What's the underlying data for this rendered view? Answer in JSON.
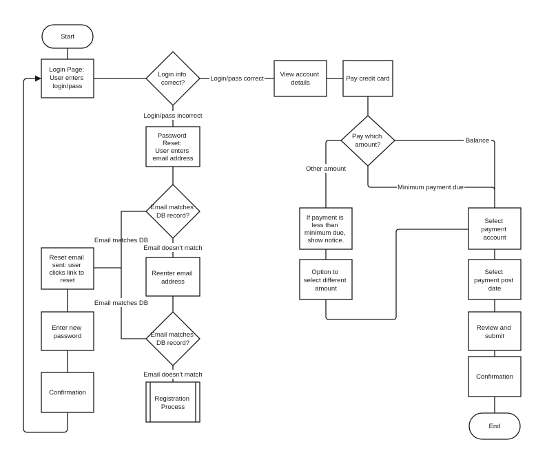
{
  "nodes": {
    "start": [
      "Start"
    ],
    "login": [
      "Login Page:",
      "User enters",
      "login/pass"
    ],
    "login_check": [
      "Login info",
      "correct?"
    ],
    "view_account": [
      "View account",
      "details"
    ],
    "pay_card": [
      "Pay credit card"
    ],
    "pay_which": [
      "Pay which",
      "amount?"
    ],
    "password_reset": [
      "Password",
      "Reset:",
      "User enters",
      "email address"
    ],
    "email_match_1": [
      "Email matches",
      "DB record?"
    ],
    "reset_email_sent": [
      "Reset email",
      "sent: user",
      "clicks link to",
      "reset"
    ],
    "reenter_email": [
      "Reenter email",
      "address"
    ],
    "enter_new_password": [
      "Enter new",
      "password"
    ],
    "email_match_2": [
      "Email matches",
      "DB record?"
    ],
    "confirmation_left": [
      "Confirmation"
    ],
    "registration": [
      "Registration",
      "Process"
    ],
    "min_due_notice": [
      "If payment is",
      "less than",
      "minimum due,",
      "show notice."
    ],
    "select_different": [
      "Option to",
      "select different",
      "amount"
    ],
    "select_account": [
      "Select",
      "payment",
      "account"
    ],
    "select_post_date": [
      "Select",
      "payment post",
      "date"
    ],
    "review_submit": [
      "Review and",
      "submit"
    ],
    "confirmation_right": [
      "Confirmation"
    ],
    "end": [
      "End"
    ]
  },
  "edges": {
    "login_correct": "Login/pass correct",
    "login_incorrect": "Login/pass incorrect",
    "email_matches_db_1": "Email matches DB",
    "email_doesnt_match_1": "Email doesn't match",
    "email_matches_db_2": "Email matches DB",
    "email_doesnt_match_2": "Email doesn't match",
    "other_amount": "Other amount",
    "balance": "Balance",
    "minimum_payment_due": "Minimum payment due"
  }
}
